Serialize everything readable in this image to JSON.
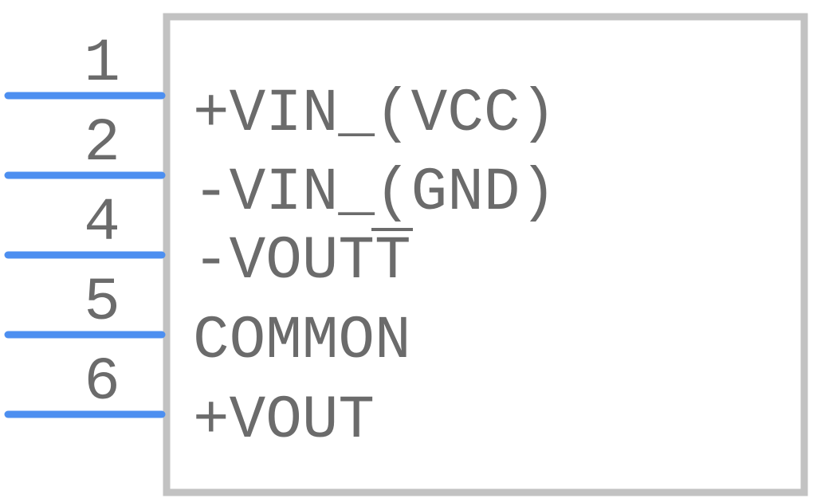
{
  "colors": {
    "body_outline": "#c2c2c2",
    "pin_line": "#4d8ff0",
    "text": "#6b6b6b",
    "background": "#ffffff"
  },
  "pins": [
    {
      "number": "1",
      "name": "+VIN_(VCC)"
    },
    {
      "number": "2",
      "name": "-VIN_(GND)"
    },
    {
      "number": "4",
      "name": "-VOUT",
      "overbar": "T"
    },
    {
      "number": "5",
      "name": "COMMON"
    },
    {
      "number": "6",
      "name": "+VOUT"
    }
  ]
}
